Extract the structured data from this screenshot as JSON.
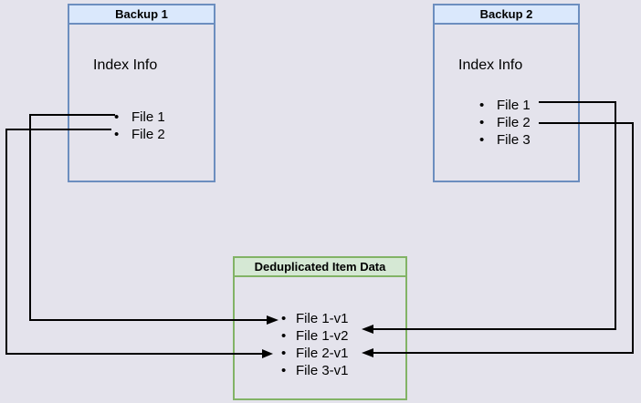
{
  "page": {
    "background": "#e4e3ec"
  },
  "colors": {
    "blue_border": "#6c8ebf",
    "blue_title_fill": "#dae8fc",
    "green_border": "#82b366",
    "green_title_fill": "#d5e8d4",
    "connector": "#000000",
    "text": "#000000"
  },
  "backup1": {
    "title": "Backup 1",
    "subtitle": "Index Info",
    "items": [
      {
        "label": "File 1"
      },
      {
        "label": "File 2"
      }
    ]
  },
  "backup2": {
    "title": "Backup 2",
    "subtitle": "Index Info",
    "items": [
      {
        "label": "File 1"
      },
      {
        "label": "File 2"
      },
      {
        "label": "File 3"
      }
    ]
  },
  "dedup": {
    "title": "Deduplicated Item Data",
    "items": [
      {
        "label": "File 1-v1"
      },
      {
        "label": "File 1-v2"
      },
      {
        "label": "File 2-v1"
      },
      {
        "label": "File 3-v1"
      }
    ]
  },
  "arrows": [
    {
      "from": "Backup 1 / File 1",
      "to": "Deduplicated Item Data / File 1-v1"
    },
    {
      "from": "Backup 1 / File 2",
      "to": "Deduplicated Item Data / File 2-v1"
    },
    {
      "from": "Backup 2 / File 1",
      "to": "Deduplicated Item Data / File 1-v2"
    },
    {
      "from": "Backup 2 / File 2",
      "to": "Deduplicated Item Data / File 2-v1"
    }
  ]
}
